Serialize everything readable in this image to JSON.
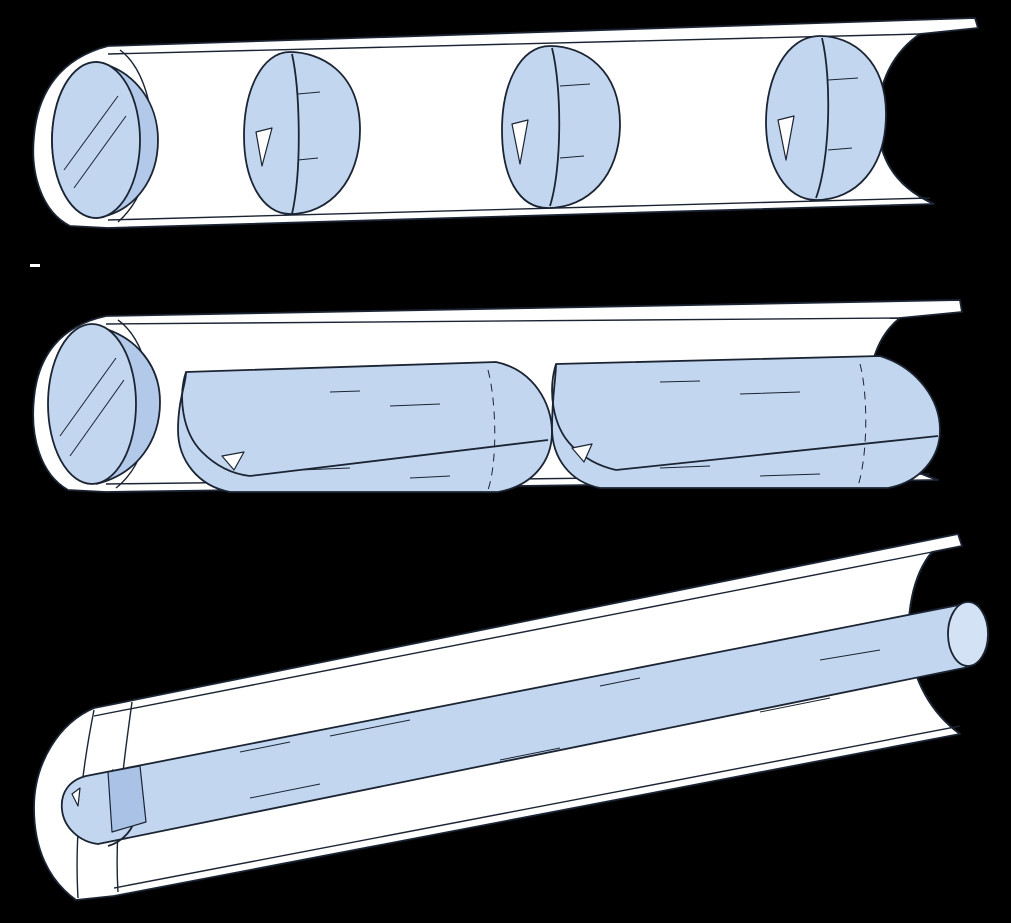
{
  "figure": {
    "background_color": "#000000",
    "tube_color": "#ffffff",
    "lens_color": "#c3d6ef",
    "outline_color": "#1b2433",
    "panels": [
      {
        "id": "panel-1",
        "element_type": "spaced lens elements",
        "element_count": 4
      },
      {
        "id": "panel-2",
        "element_type": "rod lenses with end window",
        "element_count": 3
      },
      {
        "id": "panel-3",
        "element_type": "graded-index rod",
        "element_count": 1
      }
    ]
  }
}
